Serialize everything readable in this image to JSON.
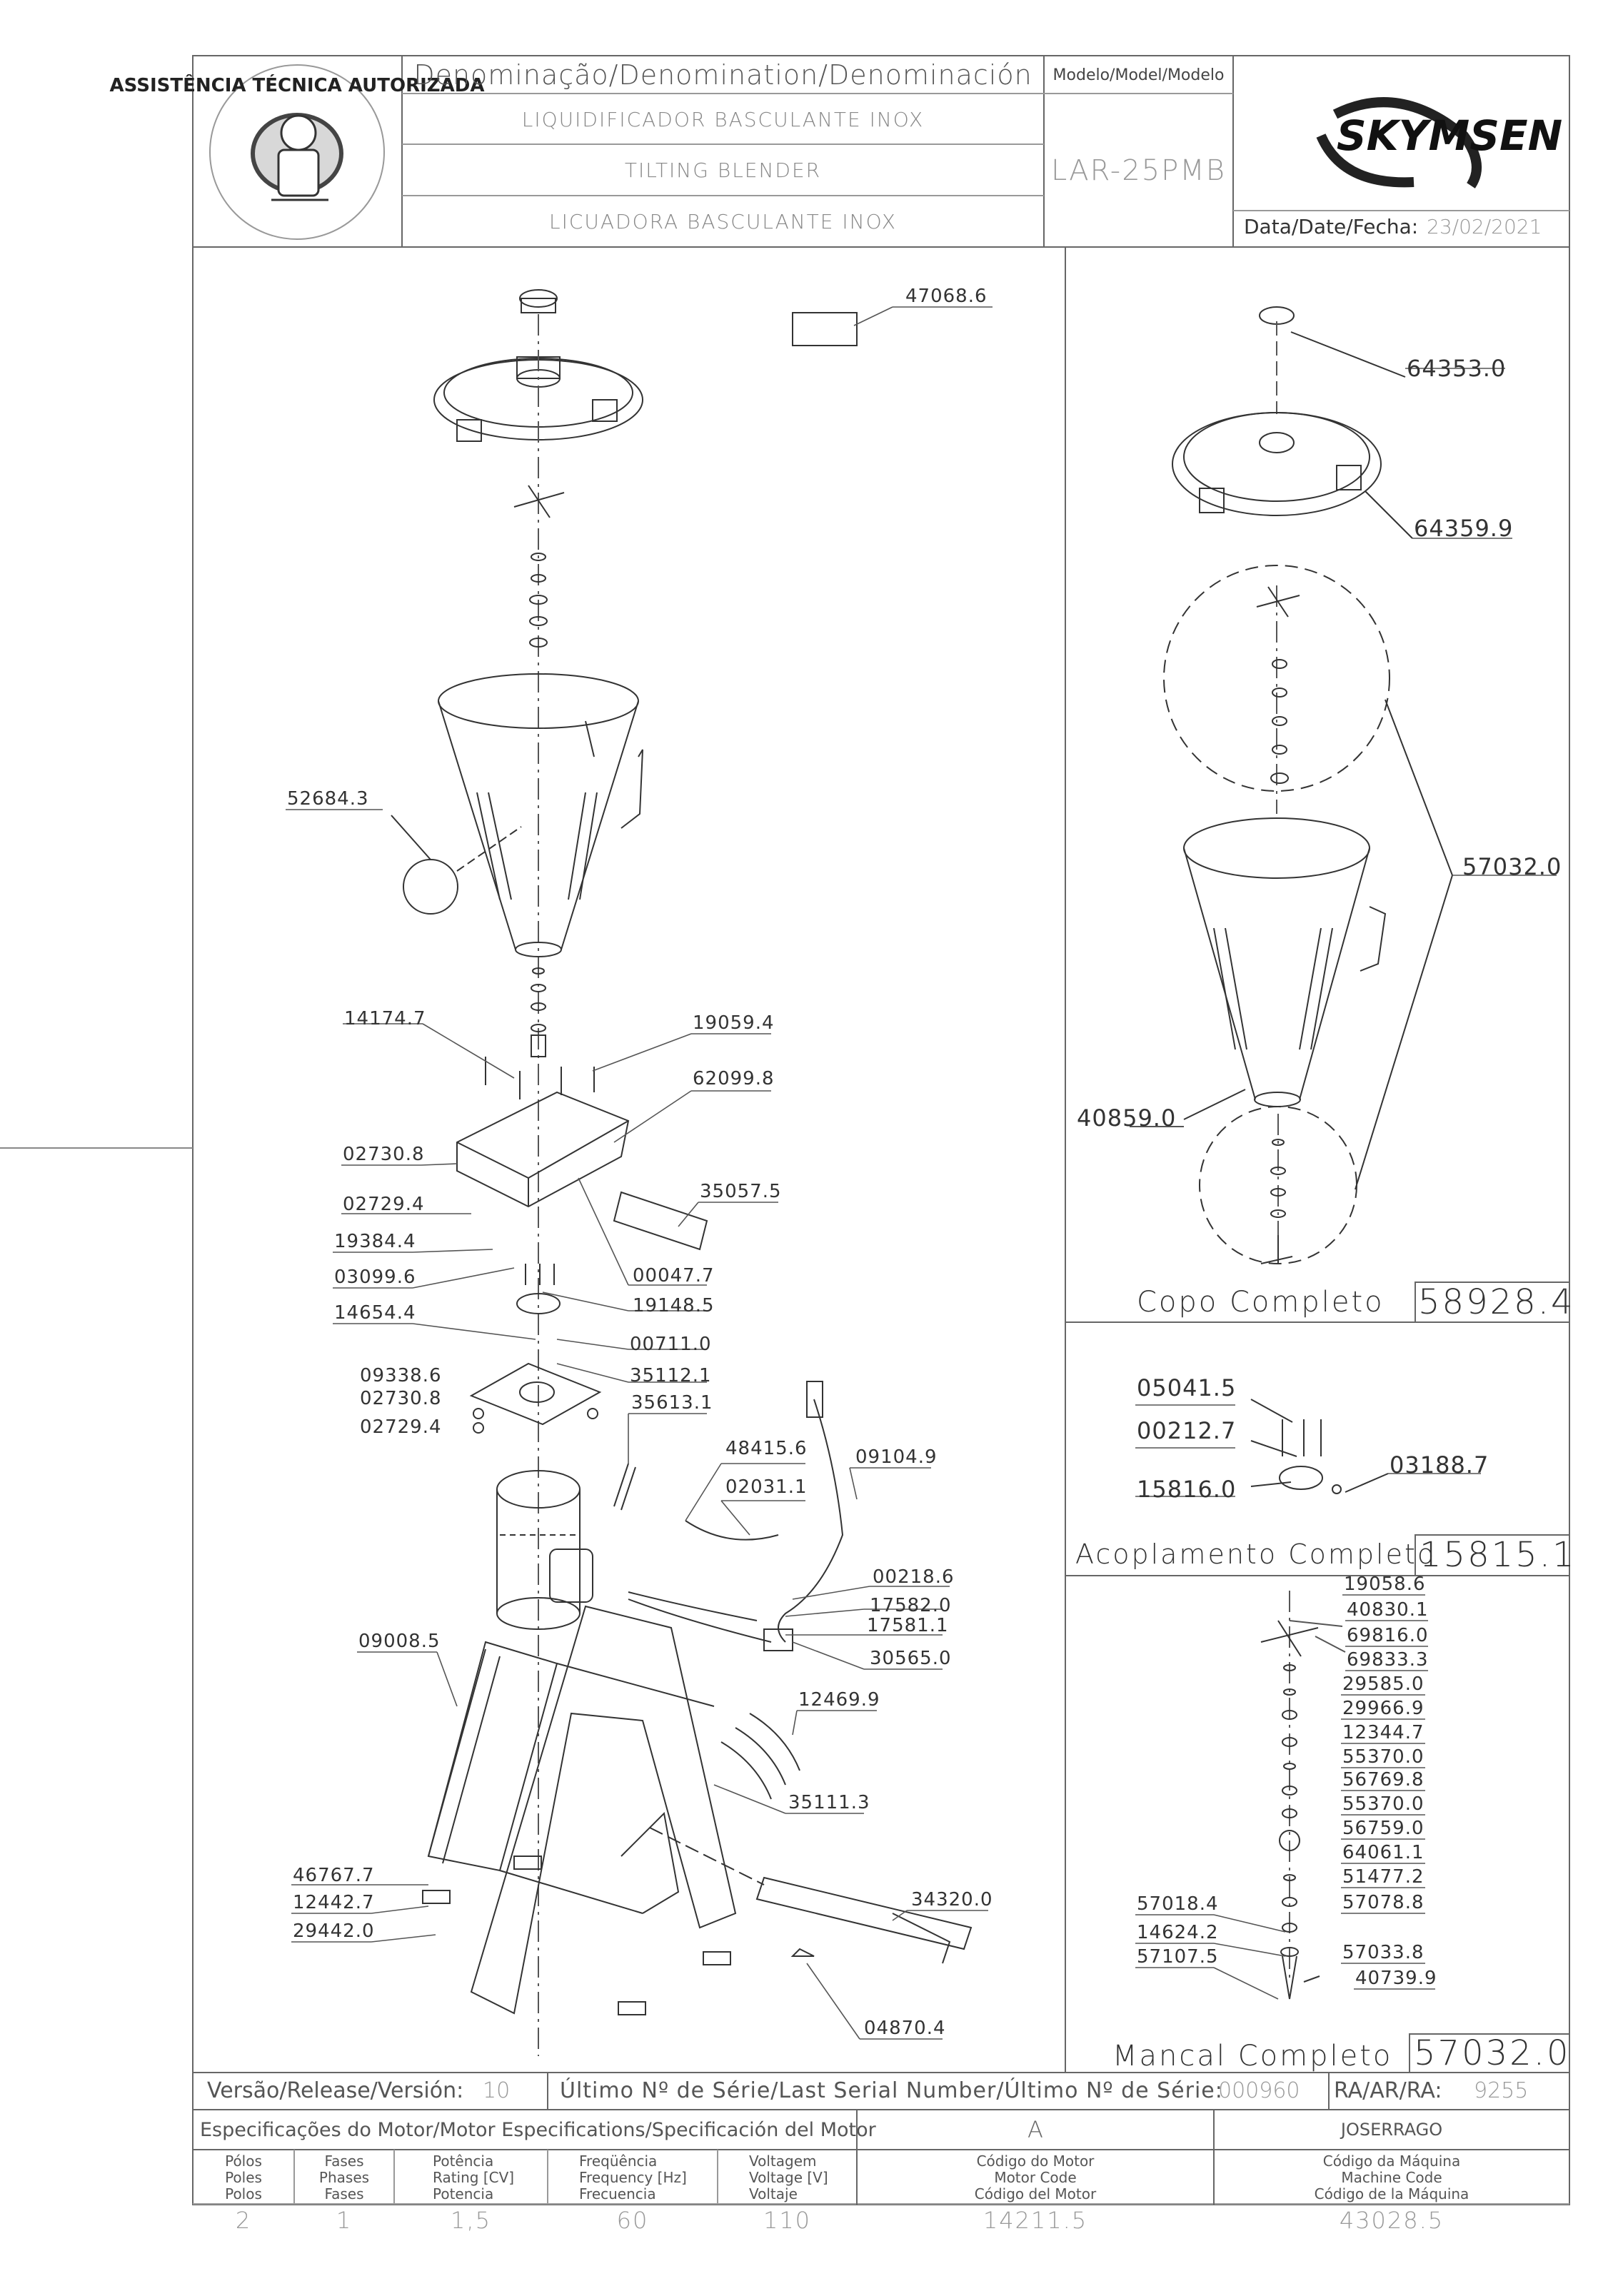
{
  "header": {
    "denomination_label": "Denominação/Denomination/Denominación",
    "name_pt": "LIQUIDIFICADOR BASCULANTE INOX",
    "name_en": "TILTING BLENDER",
    "name_es": "LICUADORA BASCULANTE INOX",
    "model_label": "Modelo/Model/Modelo",
    "model_value": "LAR-25PMB",
    "brand": "SKYMSEN",
    "date_label": "Data/Date/Fecha:",
    "date_value": "23/02/2021",
    "stamp_text": "ASSISTÊNCIA TÉCNICA AUTORIZADA"
  },
  "main_parts": [
    {
      "code": "47068.6"
    },
    {
      "code": "52684.3"
    },
    {
      "code": "14174.7"
    },
    {
      "code": "19059.4"
    },
    {
      "code": "62099.8"
    },
    {
      "code": "02730.8"
    },
    {
      "code": "35057.5"
    },
    {
      "code": "02729.4"
    },
    {
      "code": "19384.4"
    },
    {
      "code": "00047.7"
    },
    {
      "code": "03099.6"
    },
    {
      "code": "19148.5"
    },
    {
      "code": "14654.4"
    },
    {
      "code": "00711.0"
    },
    {
      "code": "09338.6"
    },
    {
      "code": "35112.1"
    },
    {
      "code": "02730.8"
    },
    {
      "code": "35613.1"
    },
    {
      "code": "02729.4"
    },
    {
      "code": "48415.6"
    },
    {
      "code": "09104.9"
    },
    {
      "code": "02031.1"
    },
    {
      "code": "00218.6"
    },
    {
      "code": "17582.0"
    },
    {
      "code": "17581.1"
    },
    {
      "code": "30565.0"
    },
    {
      "code": "09008.5"
    },
    {
      "code": "12469.9"
    },
    {
      "code": "35111.3"
    },
    {
      "code": "46767.7"
    },
    {
      "code": "34320.0"
    },
    {
      "code": "12442.7"
    },
    {
      "code": "29442.0"
    },
    {
      "code": "04870.4"
    }
  ],
  "copo": {
    "parts": [
      {
        "code": "64353.0"
      },
      {
        "code": "64359.9"
      },
      {
        "code": "57032.0"
      },
      {
        "code": "40859.0"
      }
    ],
    "title": "Copo Completo",
    "code": "58928.4"
  },
  "acoplamento": {
    "parts": [
      {
        "code": "05041.5"
      },
      {
        "code": "00212.7"
      },
      {
        "code": "03188.7"
      },
      {
        "code": "15816.0"
      }
    ],
    "title": "Acoplamento Completo",
    "code": "15815.1"
  },
  "mancal": {
    "parts": [
      {
        "code": "19058.6"
      },
      {
        "code": "40830.1"
      },
      {
        "code": "69816.0"
      },
      {
        "code": "69833.3"
      },
      {
        "code": "29585.0"
      },
      {
        "code": "29966.9"
      },
      {
        "code": "12344.7"
      },
      {
        "code": "55370.0"
      },
      {
        "code": "56769.8"
      },
      {
        "code": "55370.0"
      },
      {
        "code": "56759.0"
      },
      {
        "code": "64061.1"
      },
      {
        "code": "51477.2"
      },
      {
        "code": "57018.4"
      },
      {
        "code": "57078.8"
      },
      {
        "code": "14624.2"
      },
      {
        "code": "57033.8"
      },
      {
        "code": "57107.5"
      },
      {
        "code": "40739.9"
      }
    ],
    "title": "Mancal Completo",
    "code": "57032.0"
  },
  "footer": {
    "version_label": "Versão/Release/Versión:",
    "version_value": "10",
    "serial_label": "Último Nº de Série/Last Serial Number/Último Nº de Série:",
    "serial_value": "000960",
    "ra_label": "RA/AR/RA:",
    "ra_value": "9255",
    "motor_spec_label": "Especificações do Motor/Motor Especifications/Specificación del Motor",
    "motor_spec_value": "A",
    "author": "JOSERRAGO",
    "columns": [
      {
        "label": [
          "Pólos",
          "Poles",
          "Polos"
        ],
        "value": "2"
      },
      {
        "label": [
          "Fases",
          "Phases",
          "Fases"
        ],
        "value": "1"
      },
      {
        "label": [
          "Potência",
          "Rating [CV]",
          "Potencia"
        ],
        "value": "1,5"
      },
      {
        "label": [
          "Freqüência",
          "Frequency [Hz]",
          "Frecuencia"
        ],
        "value": "60"
      },
      {
        "label": [
          "Voltagem",
          "Voltage [V]",
          "Voltaje"
        ],
        "value": "110"
      },
      {
        "label": [
          "Código do Motor",
          "Motor Code",
          "Código del Motor"
        ],
        "value": "14211.5"
      },
      {
        "label": [
          "Código da Máquina",
          "Machine Code",
          "Código de la Máquina"
        ],
        "value": "43028.5"
      }
    ]
  }
}
